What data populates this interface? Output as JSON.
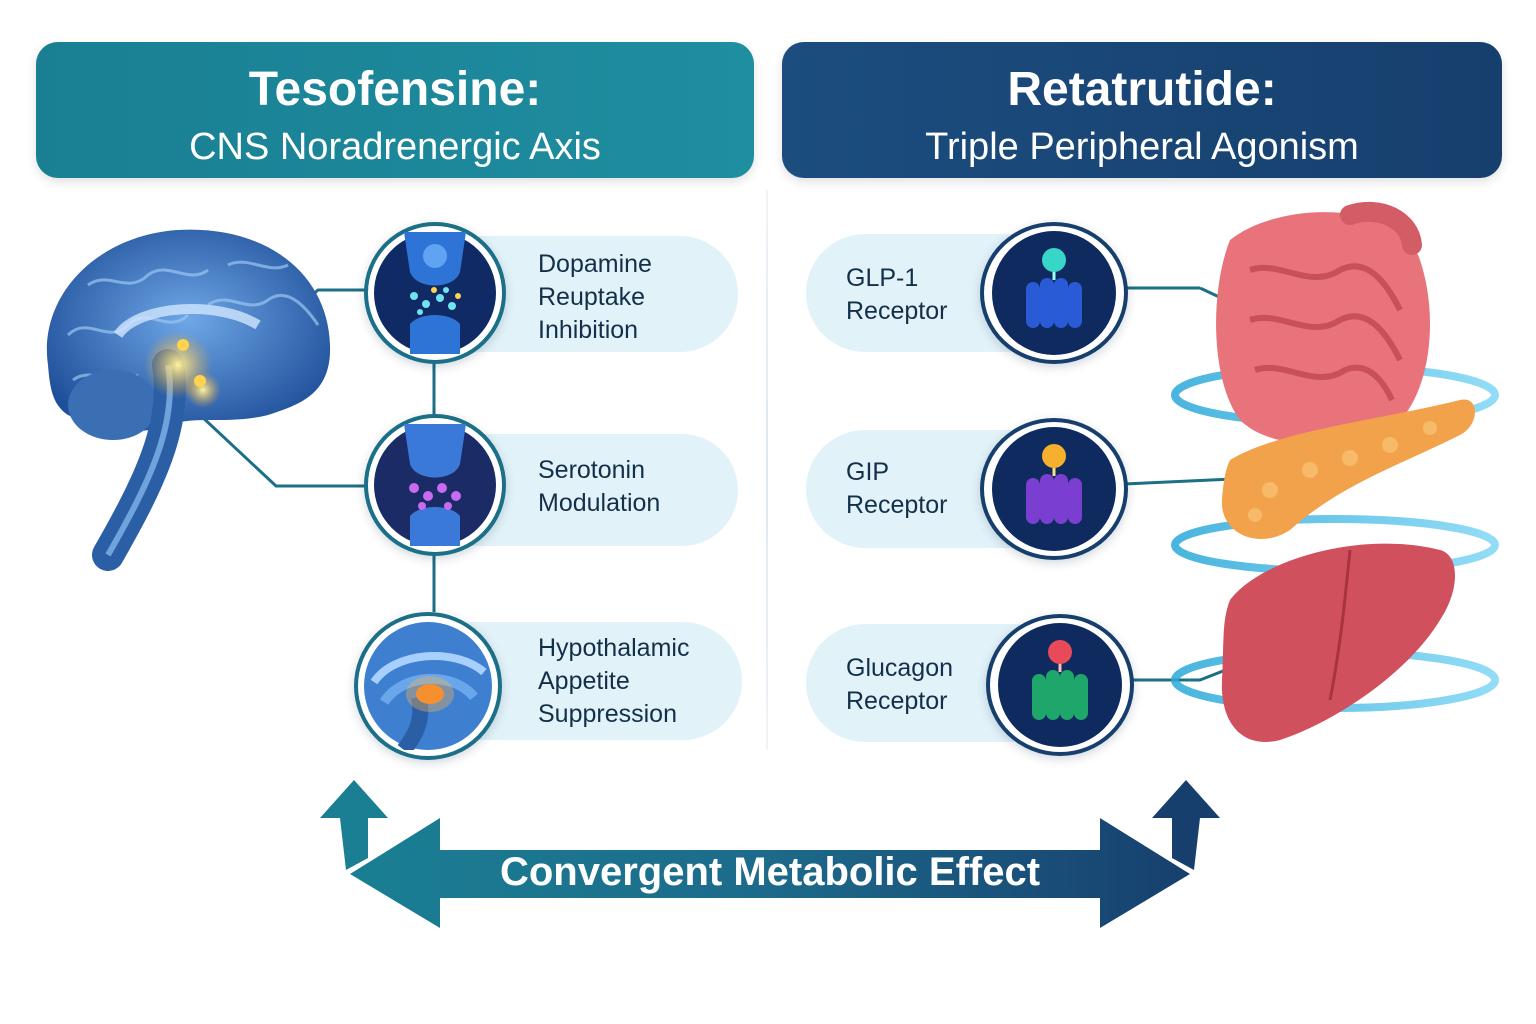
{
  "left_header": {
    "title": "Tesofensine:",
    "subtitle": "CNS Noradrenergic Axis"
  },
  "right_header": {
    "title": "Retatrutide:",
    "subtitle": "Triple Peripheral Agonism"
  },
  "left_mechanisms": [
    {
      "line1": "Dopamine",
      "line2": "Reuptake",
      "line3": "Inhibition"
    },
    {
      "line1": "Serotonin",
      "line2": "Modulation"
    },
    {
      "line1": "Hypothalamic",
      "line2": "Appetite",
      "line3": "Suppression"
    }
  ],
  "right_receptors": [
    {
      "line1": "GLP-1",
      "line2": "Receptor"
    },
    {
      "line1": "GIP",
      "line2": "Receptor"
    },
    {
      "line1": "Glucagon",
      "line2": "Receptor"
    }
  ],
  "footer": {
    "label": "Convergent Metabolic Effect"
  },
  "colors": {
    "left_header": "#1a7f93",
    "right_header": "#173f6e",
    "pill_bg": "#e2f2f9",
    "arrow": "#1d6f8a",
    "glp1_receptor": "#2a5bd7",
    "gip_receptor": "#7a3fd0",
    "glucagon_receptor": "#1fa66a"
  },
  "icons": [
    "brain-icon",
    "synapse-dopamine-icon",
    "synapse-serotonin-icon",
    "hypothalamus-icon",
    "glp1-receptor-icon",
    "gip-receptor-icon",
    "glucagon-receptor-icon",
    "intestine-icon",
    "pancreas-icon",
    "liver-icon"
  ]
}
